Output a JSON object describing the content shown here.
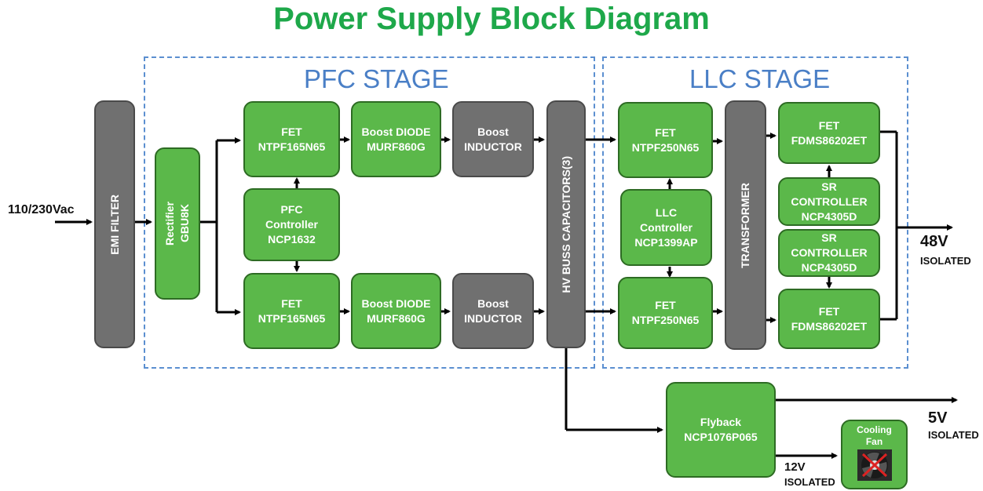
{
  "title": "Power Supply Block Diagram",
  "stages": {
    "pfc": "PFC STAGE",
    "llc": "LLC STAGE"
  },
  "input_label": "110/230Vac",
  "blocks": {
    "emi_filter": "EMI FILTER",
    "rectifier": "Rectifier\nGBU8K",
    "pfc_fet_top": "FET\nNTPF165N65",
    "pfc_controller": "PFC\nController\nNCP1632",
    "pfc_fet_bottom": "FET\nNTPF165N65",
    "boost_diode_top": "Boost DIODE\nMURF860G",
    "boost_diode_bottom": "Boost DIODE\nMURF860G",
    "boost_inductor_top": "Boost\nINDUCTOR",
    "boost_inductor_bottom": "Boost\nINDUCTOR",
    "hv_buss_capacitors": "HV BUSS CAPACITORS(3)",
    "llc_fet_top": "FET\nNTPF250N65",
    "llc_controller": "LLC\nController\nNCP1399AP",
    "llc_fet_bottom": "FET\nNTPF250N65",
    "transformer": "TRANSFORMER",
    "sr_fet_top": "FET\nFDMS86202ET",
    "sr_controller_top": "SR\nCONTROLLER\nNCP4305D",
    "sr_controller_bottom": "SR\nCONTROLLER\nNCP4305D",
    "sr_fet_bottom": "FET\nFDMS86202ET",
    "flyback": "Flyback\nNCP1076P065",
    "cooling_fan": "Cooling\nFan"
  },
  "outputs": {
    "out_48v": {
      "voltage": "48V",
      "note": "ISOLATED"
    },
    "out_5v": {
      "voltage": "5V",
      "note": "ISOLATED"
    },
    "out_12v": {
      "voltage": "12V",
      "note": "ISOLATED"
    }
  },
  "colors": {
    "title": "#1ea84a",
    "stage_border": "#5b8fd0",
    "green_block": "#5bb84a",
    "gray_block": "#707070"
  },
  "icons": [
    "fan-icon"
  ]
}
